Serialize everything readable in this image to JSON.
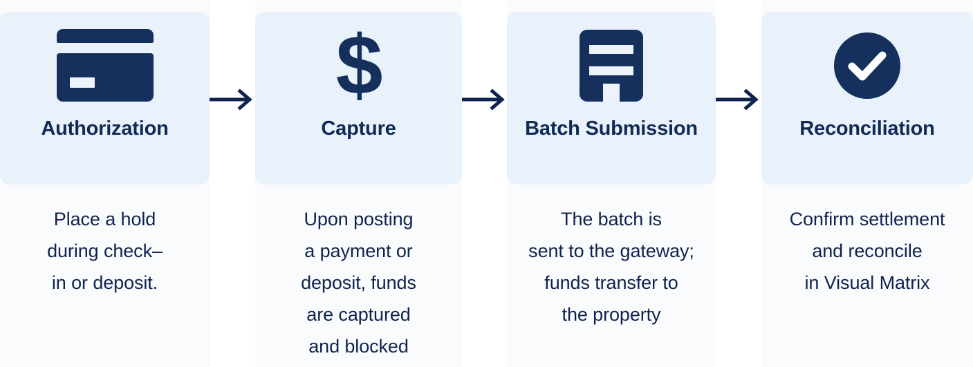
{
  "colors": {
    "card_background": "#e9f1fb",
    "icon_navy": "#16305e",
    "title_navy": "#102a56",
    "body_navy": "#10234f",
    "page_background": "#ffffff",
    "band_background": "#fafbfd"
  },
  "steps": [
    {
      "id": "authorization",
      "title": "Authorization",
      "icon": "credit-card-icon",
      "description_lines": [
        "Place a hold",
        "during check–",
        "in or deposit."
      ]
    },
    {
      "id": "capture",
      "title": "Capture",
      "icon": "dollar-sign-icon",
      "icon_glyph": "$",
      "description_lines": [
        "Upon posting",
        "a payment or",
        "deposit, funds",
        "are captured",
        "and blocked"
      ]
    },
    {
      "id": "batch-submission",
      "title": "Batch Submission",
      "icon": "bank-building-icon",
      "description_lines": [
        "The batch is",
        "sent to the gateway;",
        "funds transfer to",
        "the property"
      ]
    },
    {
      "id": "reconciliation",
      "title": "Reconciliation",
      "icon": "check-circle-icon",
      "description_lines": [
        "Confirm settlement",
        "and reconcile",
        "in Visual Matrix"
      ]
    }
  ],
  "connectors": [
    {
      "id": "arrow-1",
      "icon": "arrow-right-icon"
    },
    {
      "id": "arrow-2",
      "icon": "arrow-right-icon"
    },
    {
      "id": "arrow-3",
      "icon": "arrow-right-icon"
    }
  ]
}
